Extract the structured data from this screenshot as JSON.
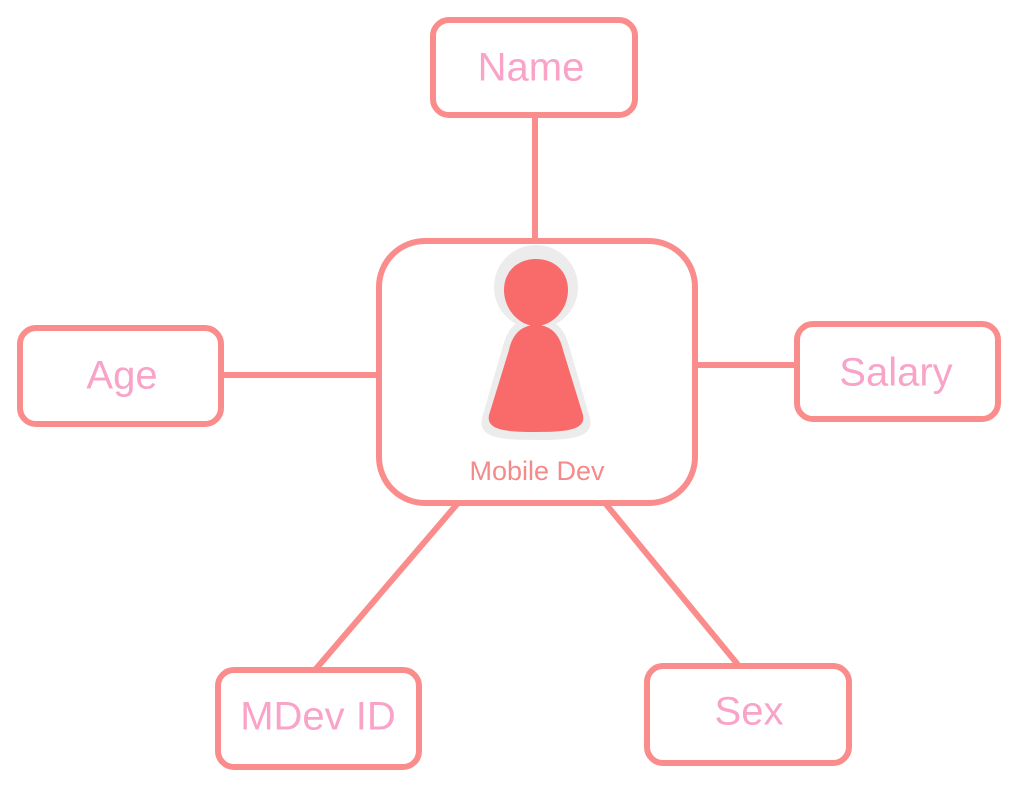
{
  "diagram": {
    "entity": {
      "label": "Mobile Dev",
      "icon": "person-icon"
    },
    "attributes": {
      "name": "Name",
      "age": "Age",
      "salary": "Salary",
      "id": "MDev ID",
      "sex": "Sex"
    },
    "colors": {
      "stroke": "#fb8c8c",
      "attribute_text": "#f9a3c8",
      "entity_text": "#f58a8a",
      "icon_fill": "#f96a6a",
      "icon_outline": "#ececec"
    }
  }
}
